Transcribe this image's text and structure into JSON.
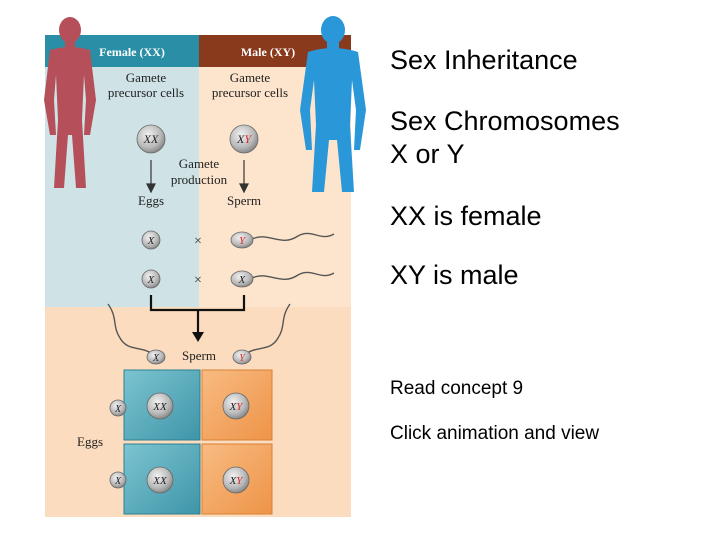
{
  "slide": {
    "bullets": [
      "Sex Inheritance",
      "Sex Chromosomes",
      "X or Y",
      "XX is female",
      "XY is male"
    ],
    "notes": [
      "Read concept 9",
      "Click animation and view"
    ]
  },
  "diagram": {
    "header_female": "Female (XX)",
    "header_male": "Male (XY)",
    "gamete_precursor_1": "Gamete",
    "gamete_precursor_2": "precursor cells",
    "gamete_production_1": "Gamete",
    "gamete_production_2": "production",
    "eggs_label": "Eggs",
    "sperm_label": "Sperm",
    "cross_symbol": "×",
    "female_cell": {
      "first": "X",
      "second": "X"
    },
    "male_cell": {
      "first": "X",
      "second": "Y"
    },
    "chrom_x": "X",
    "chrom_y": "Y",
    "sperm_mid_label": "Sperm",
    "punnett_eggs_label": "Eggs",
    "grid_cell_first": "X",
    "grid_cell_female_second": "X",
    "grid_cell_male_second": "Y",
    "colors": {
      "female_header": "#2a8fa6",
      "male_header": "#8a3a1c",
      "female_panel": "#cfe3e6",
      "male_panel": "#fde4cc",
      "bottom_panel": "#fbdcbe",
      "female_body": "#b5505a",
      "male_body": "#2a97d8",
      "punnett_teal": "#4ea7b9",
      "punnett_orange": "#f3a35e",
      "y_red": "#d42a2a"
    }
  }
}
